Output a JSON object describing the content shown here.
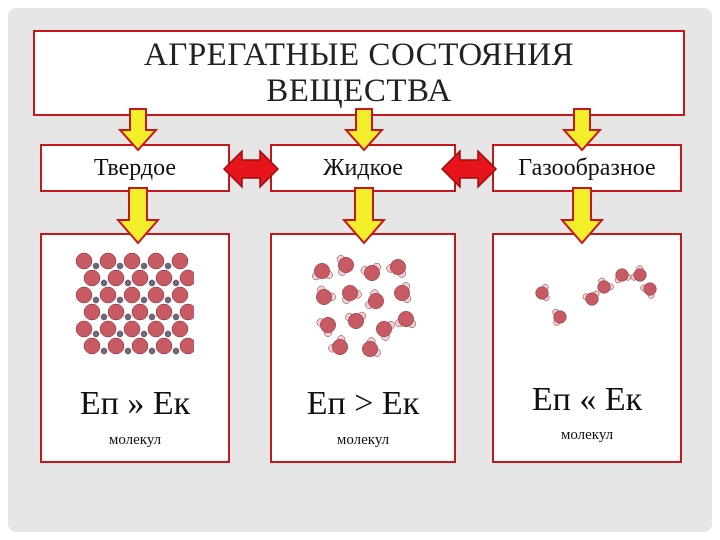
{
  "title": "АГРЕГАТНЫЕ СОСТОЯНИЯ\nВЕЩЕСТВА",
  "states": [
    {
      "label": "Твердое",
      "formula": "Еп » Ек",
      "molecule_label": "молекул"
    },
    {
      "label": "Жидкое",
      "formula": "Еп > Ек",
      "molecule_label": "молекул"
    },
    {
      "label": "Газообразное",
      "formula": "Еп « Ек",
      "molecule_label": "молекул"
    }
  ],
  "colors": {
    "border": "#c6171d",
    "arrow_fill": "#f2ee2a",
    "arrow_stroke": "#c6171d",
    "double_arrow_fill": "#e8141b",
    "oxygen": "#c85a63",
    "hydrogen": "#f0d0d4",
    "solid_core": "#6a6a82"
  }
}
